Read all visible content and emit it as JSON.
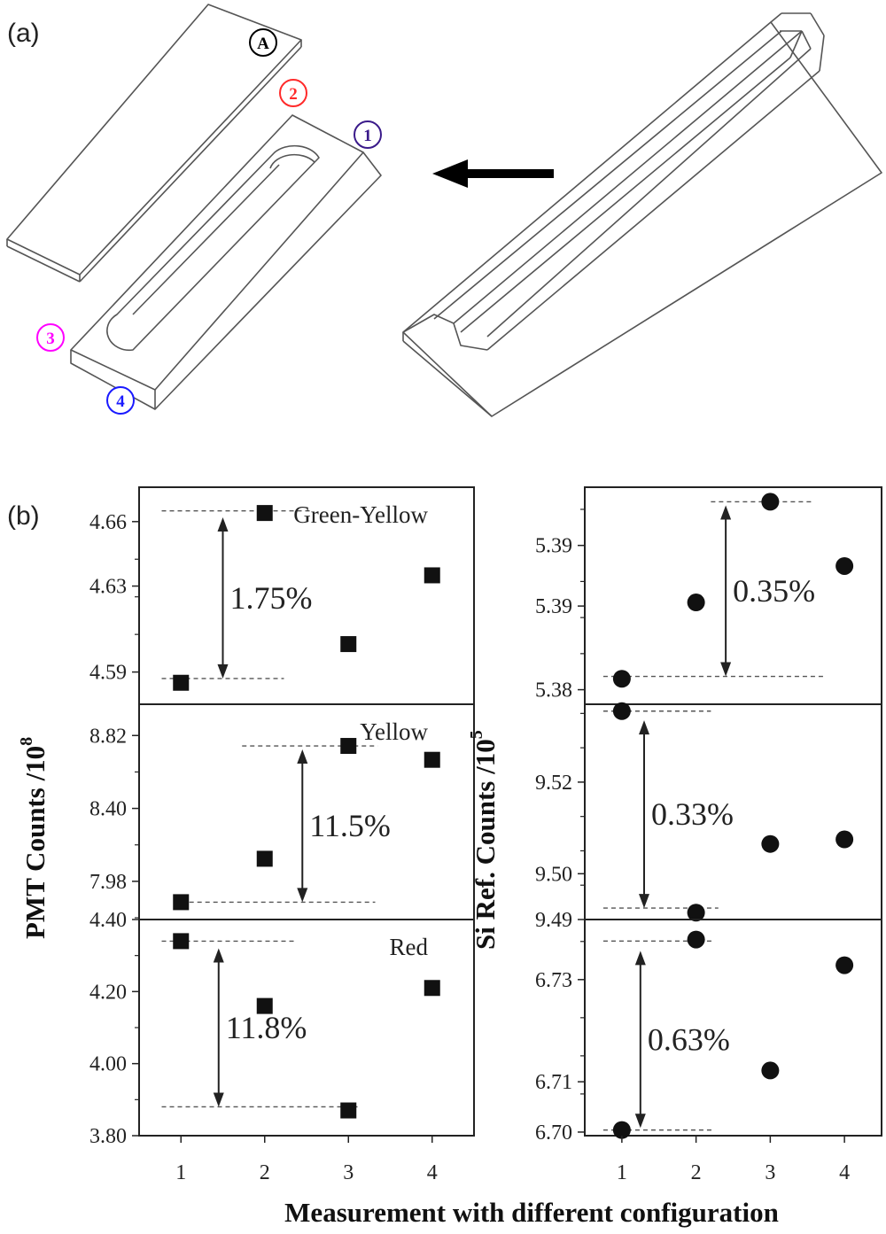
{
  "panel_a": {
    "label": "(a)",
    "markers": [
      {
        "text": "A",
        "color": "#000000"
      },
      {
        "text": "2",
        "color": "#ff2a2a"
      },
      {
        "text": "1",
        "color": "#3a1a8a"
      },
      {
        "text": "3",
        "color": "#ff00ff"
      },
      {
        "text": "4",
        "color": "#1a1aff"
      }
    ]
  },
  "panel_b": {
    "label": "(b)"
  },
  "chart_data": [
    {
      "type": "scatter",
      "column": "left",
      "row": 0,
      "marker": "square",
      "series_label": "Green-Yellow",
      "x": [
        1,
        2,
        3,
        4
      ],
      "y": [
        4.585,
        4.664,
        4.603,
        4.635
      ],
      "yticks": [
        "4.59",
        "4.63",
        "4.66"
      ],
      "ytick_values": [
        4.59,
        4.63,
        4.66
      ],
      "ylim": [
        4.575,
        4.676
      ],
      "annotation": {
        "text": "1.75%",
        "x": 1.5,
        "y_from": 4.587,
        "y_to": 4.662
      },
      "ref_lines": [
        {
          "y": 4.587,
          "x0": 0.77,
          "x1": 2.23
        },
        {
          "y": 4.665,
          "x0": 0.77,
          "x1": 2.57
        }
      ]
    },
    {
      "type": "scatter",
      "column": "left",
      "row": 1,
      "marker": "square",
      "series_label": "Yellow",
      "x": [
        1,
        2,
        3,
        4
      ],
      "y": [
        7.86,
        8.11,
        8.76,
        8.68
      ],
      "yticks": [
        "7.98",
        "8.40",
        "8.82"
      ],
      "ytick_values": [
        7.98,
        8.4,
        8.82
      ],
      "ylim": [
        7.76,
        9.0
      ],
      "annotation": {
        "text": "11.5%",
        "x": 2.45,
        "y_from": 7.86,
        "y_to": 8.74
      },
      "ref_lines": [
        {
          "y": 7.86,
          "x0": 1.1,
          "x1": 3.32
        },
        {
          "y": 8.76,
          "x0": 1.73,
          "x1": 3.35
        }
      ]
    },
    {
      "type": "scatter",
      "column": "left",
      "row": 2,
      "marker": "square",
      "series_label": "Red",
      "x": [
        1,
        2,
        3,
        4
      ],
      "y": [
        4.34,
        4.16,
        3.87,
        4.21
      ],
      "yticks": [
        "3.80",
        "4.00",
        "4.20",
        "4.40"
      ],
      "ytick_values": [
        3.8,
        4.0,
        4.2,
        4.4
      ],
      "ylim": [
        3.8,
        4.4
      ],
      "annotation": {
        "text": "11.8%",
        "x": 1.45,
        "y_from": 3.88,
        "y_to": 4.32
      },
      "ref_lines": [
        {
          "y": 3.88,
          "x0": 0.77,
          "x1": 3.15
        },
        {
          "y": 4.34,
          "x0": 0.77,
          "x1": 2.37
        }
      ]
    },
    {
      "type": "scatter",
      "column": "right",
      "row": 0,
      "marker": "circle",
      "series_label": "",
      "x": [
        1,
        2,
        3,
        4
      ],
      "y": [
        5.3812,
        5.3875,
        5.3958,
        5.3905
      ],
      "yticks": [
        "5.38",
        "5.39",
        "5.39"
      ],
      "ytick_values": [
        5.3803,
        5.3872,
        5.3922
      ],
      "ylim": [
        5.3791,
        5.397
      ],
      "annotation": {
        "text": "0.35%",
        "x": 2.4,
        "y_from": 5.3814,
        "y_to": 5.3955
      },
      "ref_lines": [
        {
          "y": 5.3814,
          "x0": 0.75,
          "x1": 3.75
        },
        {
          "y": 5.3958,
          "x0": 2.2,
          "x1": 3.55
        }
      ]
    },
    {
      "type": "scatter",
      "column": "right",
      "row": 1,
      "marker": "circle",
      "series_label": "",
      "x": [
        1,
        2,
        3,
        4
      ],
      "y": [
        9.5355,
        9.4915,
        9.5065,
        9.5075
      ],
      "yticks": [
        "9.49",
        "9.50",
        "9.52"
      ],
      "ytick_values": [
        9.49,
        9.5,
        9.52
      ],
      "ylim": [
        9.49,
        9.537
      ],
      "annotation": {
        "text": "0.33%",
        "x": 1.3,
        "y_from": 9.4925,
        "y_to": 9.5335
      },
      "ref_lines": [
        {
          "y": 9.4925,
          "x0": 0.75,
          "x1": 2.3
        },
        {
          "y": 9.5355,
          "x0": 0.75,
          "x1": 2.2
        }
      ]
    },
    {
      "type": "scatter",
      "column": "right",
      "row": 2,
      "marker": "circle",
      "series_label": "",
      "x": [
        1,
        2,
        3,
        4
      ],
      "y": [
        6.7001,
        6.7372,
        6.7117,
        6.7322
      ],
      "yticks": [
        "6.70",
        "6.71",
        "6.73"
      ],
      "ytick_values": [
        6.6997,
        6.7095,
        6.7294
      ],
      "ylim": [
        6.699,
        6.7411
      ],
      "annotation": {
        "text": "0.63%",
        "x": 1.25,
        "y_from": 6.7005,
        "y_to": 6.735
      },
      "ref_lines": [
        {
          "y": 6.7001,
          "x0": 0.75,
          "x1": 2.25
        },
        {
          "y": 6.7369,
          "x0": 0.75,
          "x1": 2.25
        }
      ]
    }
  ],
  "axes": {
    "xlabel": "Measurement with different configuration",
    "left_ylabel": "PMT Counts /10",
    "left_ylabel_exp": "8",
    "right_ylabel": "Si Ref. Counts /10",
    "right_ylabel_exp": "5",
    "xticks": [
      "1",
      "2",
      "3",
      "4"
    ],
    "xlim": [
      0.5,
      4.5
    ]
  }
}
